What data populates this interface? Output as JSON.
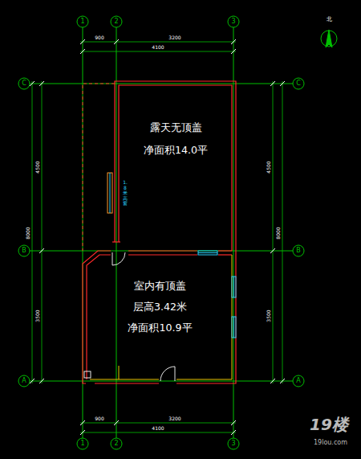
{
  "diagram": {
    "nodes": [
      {
        "text": [
          "露天无顶盖",
          "净面积14.0平"
        ]
      },
      {
        "text": [
          "室内有顶盖",
          "层高3.42米",
          "净面积10.9平"
        ]
      }
    ],
    "labels": [
      "1",
      "2",
      "3",
      "1",
      "2",
      "3",
      "C",
      "B",
      "A",
      "C",
      "B",
      "A",
      "北",
      "1.8米高窗",
      "900",
      "3200",
      "4100",
      "900",
      "3200",
      "4100",
      "4500",
      "3500",
      "8000",
      "4500",
      "3500",
      "8000",
      "19楼",
      "19lou.com"
    ]
  }
}
